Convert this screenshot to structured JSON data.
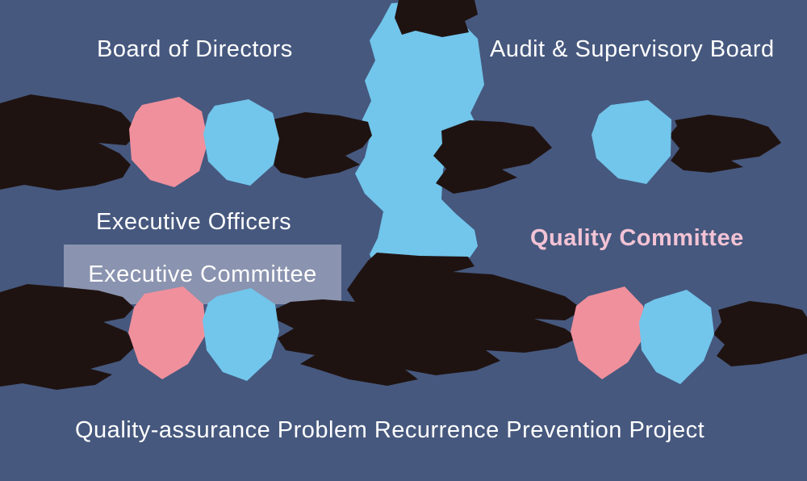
{
  "diagram": {
    "nodes": {
      "board_of_directors": "Board of Directors",
      "audit_supervisory_board": "Audit & Supervisory Board",
      "executive_officers": "Executive Officers",
      "executive_committee": "Executive Committee",
      "quality_committee": "Quality Committee",
      "project": "Quality-assurance Problem Recurrence Prevention Project"
    },
    "colors": {
      "background": "#46587E",
      "pink_arrow": "#F0909C",
      "blue_arrow": "#72C5EB",
      "garbled_text": "#1F1311",
      "committee_box": "#8A93AF",
      "quality_committee_text": "#F2C3D5",
      "heading_text": "#FFFFFF"
    }
  }
}
